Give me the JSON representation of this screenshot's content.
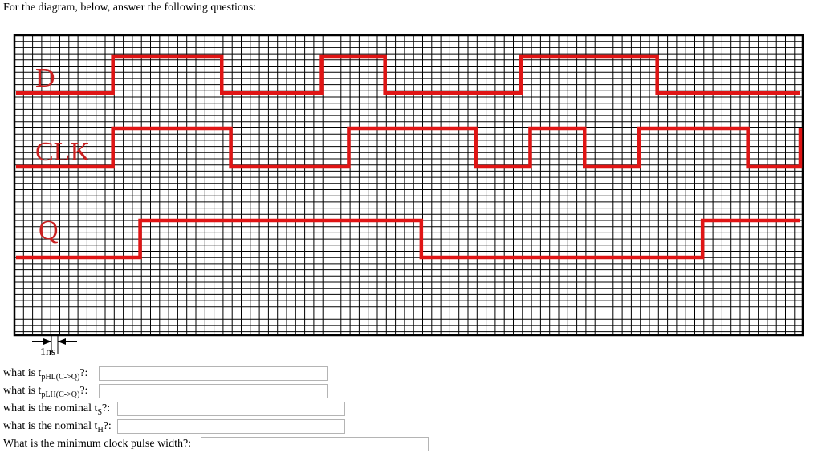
{
  "intro": "For the diagram, below, answer the following questions:",
  "signals": [
    {
      "name": "D",
      "initial": 0,
      "toggles": [
        10.5,
        22.5,
        33.5,
        40.5,
        55.5,
        70.5
      ]
    },
    {
      "name": "CLK",
      "initial": 0,
      "toggles": [
        10.5,
        23.5,
        36.5,
        50.5,
        56.5,
        62.5,
        68.5,
        80.5,
        86.5
      ]
    },
    {
      "name": "Q",
      "initial": 0,
      "toggles": [
        13.5,
        44.5,
        75.5
      ]
    }
  ],
  "time_end": 86.5,
  "scale_label": "1ns",
  "questions": [
    {
      "prefix": "what is t",
      "sub": "pHL(C->Q)",
      "suffix": "?:"
    },
    {
      "prefix": "what is t",
      "sub": "pLH(C->Q)",
      "suffix": "?:"
    },
    {
      "prefix": "what is the nominal t",
      "sub": "S",
      "suffix": "?:"
    },
    {
      "prefix": "what is the nominal t",
      "sub": "H",
      "suffix": "?:"
    },
    {
      "prefix": "What is the minimum clock pulse width?:",
      "sub": "",
      "suffix": ""
    }
  ],
  "colors": {
    "signal": "#e01414",
    "grid": "#000000"
  }
}
